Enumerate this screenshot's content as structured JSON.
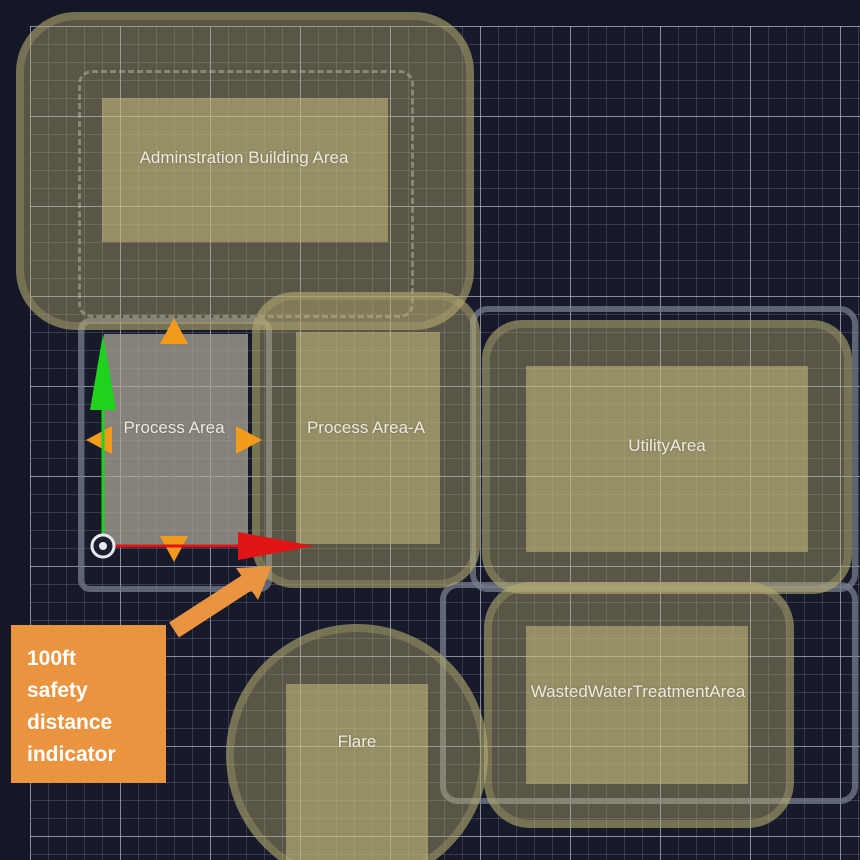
{
  "zones": {
    "administration": {
      "label": "Adminstration Building Area"
    },
    "process": {
      "label": "Process Area"
    },
    "process_a": {
      "label": "Process Area-A"
    },
    "utility": {
      "label": "UtilityArea"
    },
    "wastewater": {
      "label": "WastedWaterTreatmentArea"
    },
    "flare": {
      "label": "Flare"
    }
  },
  "callout": {
    "text": "100ft\nsafety\ndistance\nindicator"
  },
  "colors": {
    "canvas_background": "#141826",
    "zone_fill": "#c8be7d",
    "selected_fill": "#aaa596",
    "callout": "#ea9440",
    "handle": "#f29a1c",
    "axis_x": "#e01414",
    "axis_y": "#1ed21e"
  },
  "icons": {
    "gizmo_origin": "origin-target-icon",
    "move_x": "arrow-right-icon",
    "move_y": "arrow-up-icon",
    "resize": "triangle-handle-icon",
    "pointer": "arrow-icon"
  }
}
